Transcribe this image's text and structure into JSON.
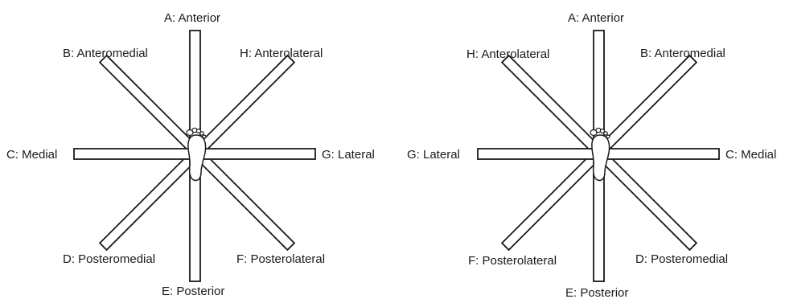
{
  "left": {
    "labels": {
      "anterior": "A: Anterior",
      "anteromedial": "B: Anteromedial",
      "medial": "C: Medial",
      "posteromedial": "D: Posteromedial",
      "posterior": "E: Posterior",
      "posterolateral": "F: Posterolateral",
      "lateral": "G: Lateral",
      "anterolateral": "H: Anterolateral"
    }
  },
  "right": {
    "labels": {
      "anterior": "A: Anterior",
      "anteromedial": "B: Anteromedial",
      "medial": "C: Medial",
      "posteromedial": "D: Posteromedial",
      "posterior": "E: Posterior",
      "posterolateral": "F: Posterolateral",
      "lateral": "G: Lateral",
      "anterolateral": "H: Anterolateral"
    }
  }
}
